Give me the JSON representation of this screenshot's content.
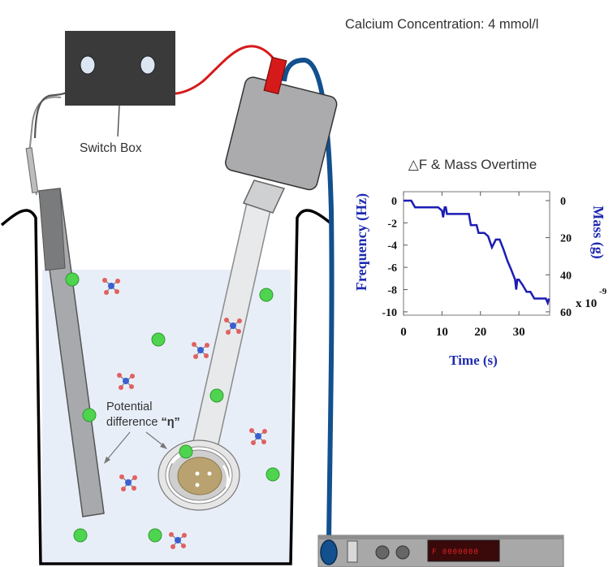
{
  "header": {
    "title": "Calcium Concentration: 4 mmol/l"
  },
  "switch_box": {
    "label": "Switch Box"
  },
  "annotation": {
    "potential_line1": "Potential",
    "potential_line2_prefix": "difference ",
    "potential_symbol": "“η”"
  },
  "device": {
    "display_text": "F  0000000"
  },
  "colors": {
    "wire_red": "#d61a1a",
    "cable_blue": "#12508e",
    "ion_green": "#4fd44f",
    "chart_line": "#1c1cb4",
    "axis_blue": "#1f2bb0"
  },
  "chart_data": {
    "type": "line",
    "title": "△F & Mass Overtime",
    "xlabel": "Time (s)",
    "ylabel_left": "Frequency (Hz)",
    "ylabel_right": "Mass (g)",
    "right_axis_multiplier": "x 10",
    "right_axis_exponent": "-9",
    "xlim": [
      0,
      38
    ],
    "ylim": [
      -10.3,
      0.8
    ],
    "x_ticks": [
      0,
      10,
      20,
      30
    ],
    "y_ticks": [
      0,
      -2,
      -4,
      -6,
      -8,
      -10
    ],
    "right_ticks": [
      "0",
      "20",
      "40",
      "60"
    ],
    "right_tick_values": [
      0,
      -3.33,
      -6.67,
      -10
    ],
    "series": [
      {
        "x": [
          0,
          2,
          3,
          5,
          9,
          10,
          10.3,
          10.7,
          11,
          11.3,
          12,
          13,
          16,
          17,
          17.5,
          19,
          19.5,
          21,
          22,
          23,
          24,
          24.5,
          25,
          26,
          27,
          28,
          29,
          29.3,
          29.6,
          30,
          31,
          32,
          33,
          34,
          37,
          37.5,
          37.8
        ],
        "y": [
          0,
          0,
          -0.6,
          -0.6,
          -0.6,
          -0.9,
          -1.5,
          -0.6,
          -0.6,
          -1.2,
          -1.2,
          -1.2,
          -1.2,
          -1.2,
          -2.2,
          -2.2,
          -2.9,
          -2.9,
          -3.2,
          -4.2,
          -3.5,
          -3.5,
          -3.5,
          -4.4,
          -5.4,
          -6.2,
          -7.1,
          -8.0,
          -7.1,
          -7.1,
          -7.6,
          -8.2,
          -8.2,
          -8.8,
          -8.8,
          -9.2,
          -8.8
        ]
      }
    ]
  }
}
